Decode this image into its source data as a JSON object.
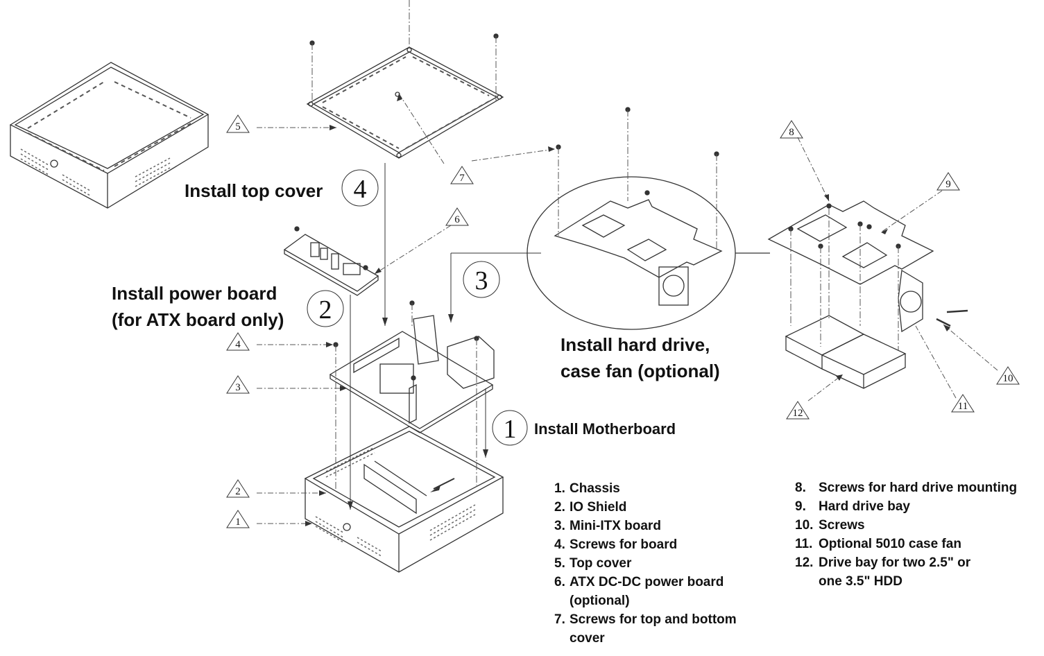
{
  "steps": [
    {
      "number": "1",
      "title": "Install Motherboard"
    },
    {
      "number": "2",
      "title_lines": [
        "Install power board",
        "(for ATX board only)"
      ]
    },
    {
      "number": "3",
      "title_lines": [
        "Install hard drive,",
        "case fan (optional)"
      ]
    },
    {
      "number": "4",
      "title": "Install top cover"
    }
  ],
  "callouts": [
    "1",
    "2",
    "3",
    "4",
    "5",
    "6",
    "7",
    "8",
    "9",
    "10",
    "11",
    "12"
  ],
  "legend_left": [
    {
      "num": "1.",
      "text": "Chassis"
    },
    {
      "num": "2.",
      "text": "IO Shield"
    },
    {
      "num": "3.",
      "text": "Mini-ITX board"
    },
    {
      "num": "4.",
      "text": "Screws for board"
    },
    {
      "num": "5.",
      "text": "Top cover"
    },
    {
      "num": "6.",
      "text": "ATX DC-DC power board"
    },
    {
      "num": "",
      "text": "(optional)"
    },
    {
      "num": "7.",
      "text": "Screws for top and bottom"
    },
    {
      "num": "",
      "text": "cover"
    }
  ],
  "legend_right": [
    {
      "num": "8.",
      "text": "Screws for hard drive mounting"
    },
    {
      "num": "9.",
      "text": "Hard drive bay"
    },
    {
      "num": "10.",
      "text": "Screws"
    },
    {
      "num": "11.",
      "text": "Optional 5010 case fan"
    },
    {
      "num": "12.",
      "text": "Drive bay for two 2.5\" or"
    },
    {
      "num": "",
      "text": "one 3.5\" HDD"
    }
  ]
}
